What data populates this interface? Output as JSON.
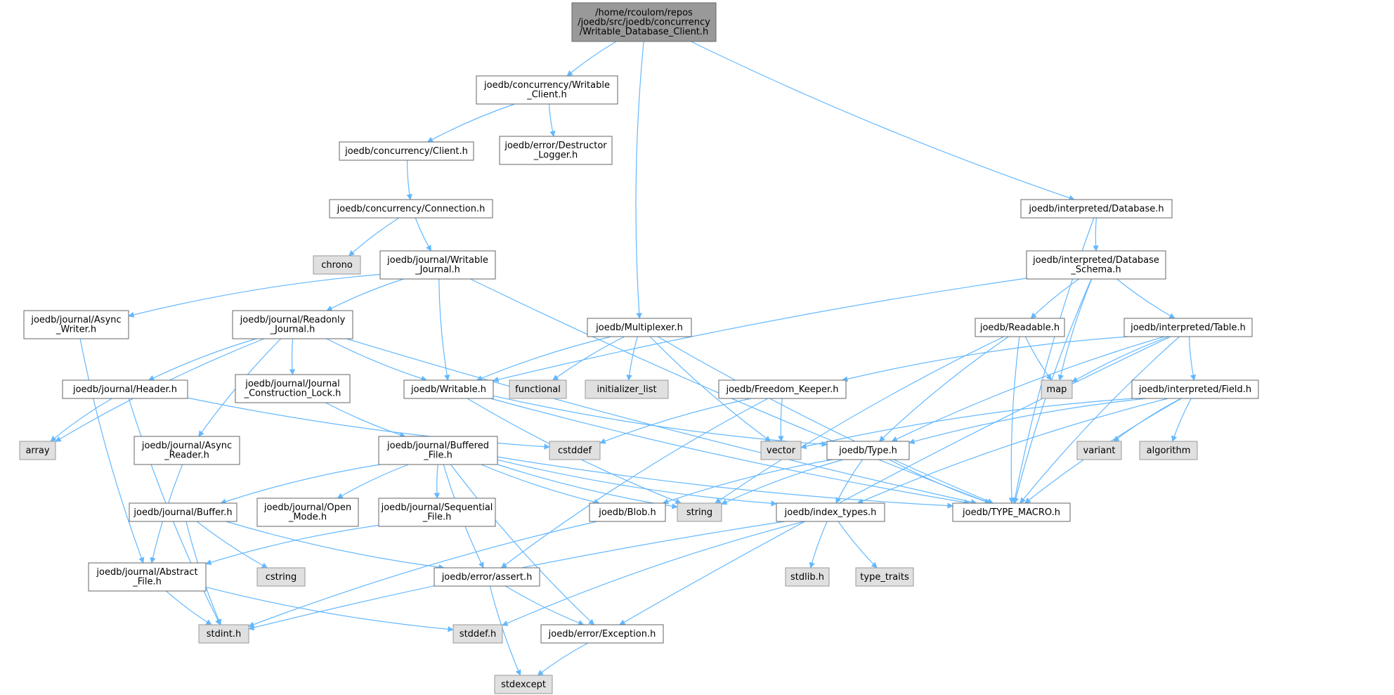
{
  "colors": {
    "edge": "#63b8ff",
    "root_fill": "#999999",
    "file_fill": "#ffffff",
    "system_fill": "#e0e0e0"
  },
  "nodes": [
    {
      "id": "root",
      "kind": "root",
      "lines": [
        "/home/rcoulom/repos",
        "/joedb/src/joedb/concurrency",
        "/Writable_Database_Client.h"
      ]
    },
    {
      "id": "wclient",
      "kind": "file",
      "lines": [
        "joedb/concurrency/Writable",
        "_Client.h"
      ]
    },
    {
      "id": "client",
      "kind": "file",
      "lines": [
        "joedb/concurrency/Client.h"
      ]
    },
    {
      "id": "destructor",
      "kind": "file",
      "lines": [
        "joedb/error/Destructor",
        "_Logger.h"
      ]
    },
    {
      "id": "connection",
      "kind": "file",
      "lines": [
        "joedb/concurrency/Connection.h"
      ]
    },
    {
      "id": "chrono",
      "kind": "sys",
      "lines": [
        "chrono"
      ]
    },
    {
      "id": "wjournal",
      "kind": "file",
      "lines": [
        "joedb/journal/Writable",
        "_Journal.h"
      ]
    },
    {
      "id": "asyncwriter",
      "kind": "file",
      "lines": [
        "joedb/journal/Async",
        "_Writer.h"
      ]
    },
    {
      "id": "rojournal",
      "kind": "file",
      "lines": [
        "joedb/journal/Readonly",
        "_Journal.h"
      ]
    },
    {
      "id": "multiplexer",
      "kind": "file",
      "lines": [
        "joedb/Multiplexer.h"
      ]
    },
    {
      "id": "idatabase",
      "kind": "file",
      "lines": [
        "joedb/interpreted/Database.h"
      ]
    },
    {
      "id": "ischema",
      "kind": "file",
      "lines": [
        "joedb/interpreted/Database",
        "_Schema.h"
      ]
    },
    {
      "id": "readable",
      "kind": "file",
      "lines": [
        "joedb/Readable.h"
      ]
    },
    {
      "id": "itable",
      "kind": "file",
      "lines": [
        "joedb/interpreted/Table.h"
      ]
    },
    {
      "id": "header",
      "kind": "file",
      "lines": [
        "joedb/journal/Header.h"
      ]
    },
    {
      "id": "jclock",
      "kind": "file",
      "lines": [
        "joedb/journal/Journal",
        "_Construction_Lock.h"
      ]
    },
    {
      "id": "writable",
      "kind": "file",
      "lines": [
        "joedb/Writable.h"
      ]
    },
    {
      "id": "functional",
      "kind": "sys",
      "lines": [
        "functional"
      ]
    },
    {
      "id": "initlist",
      "kind": "sys",
      "lines": [
        "initializer_list"
      ]
    },
    {
      "id": "freedom",
      "kind": "file",
      "lines": [
        "joedb/Freedom_Keeper.h"
      ]
    },
    {
      "id": "map",
      "kind": "sys",
      "lines": [
        "map"
      ]
    },
    {
      "id": "ifield",
      "kind": "file",
      "lines": [
        "joedb/interpreted/Field.h"
      ]
    },
    {
      "id": "array",
      "kind": "sys",
      "lines": [
        "array"
      ]
    },
    {
      "id": "asyncreader",
      "kind": "file",
      "lines": [
        "joedb/journal/Async",
        "_Reader.h"
      ]
    },
    {
      "id": "buffered",
      "kind": "file",
      "lines": [
        "joedb/journal/Buffered",
        "_File.h"
      ]
    },
    {
      "id": "cstddef",
      "kind": "sys",
      "lines": [
        "cstddef"
      ]
    },
    {
      "id": "vector",
      "kind": "sys",
      "lines": [
        "vector"
      ]
    },
    {
      "id": "type",
      "kind": "file",
      "lines": [
        "joedb/Type.h"
      ]
    },
    {
      "id": "variant",
      "kind": "sys",
      "lines": [
        "variant"
      ]
    },
    {
      "id": "algorithm",
      "kind": "sys",
      "lines": [
        "algorithm"
      ]
    },
    {
      "id": "buffer",
      "kind": "file",
      "lines": [
        "joedb/journal/Buffer.h"
      ]
    },
    {
      "id": "openmode",
      "kind": "file",
      "lines": [
        "joedb/journal/Open",
        "_Mode.h"
      ]
    },
    {
      "id": "seqfile",
      "kind": "file",
      "lines": [
        "joedb/journal/Sequential",
        "_File.h"
      ]
    },
    {
      "id": "blob",
      "kind": "file",
      "lines": [
        "joedb/Blob.h"
      ]
    },
    {
      "id": "string",
      "kind": "sys",
      "lines": [
        "string"
      ]
    },
    {
      "id": "indextypes",
      "kind": "file",
      "lines": [
        "joedb/index_types.h"
      ]
    },
    {
      "id": "typemacro",
      "kind": "file",
      "lines": [
        "joedb/TYPE_MACRO.h"
      ]
    },
    {
      "id": "abstractfile",
      "kind": "file",
      "lines": [
        "joedb/journal/Abstract",
        "_File.h"
      ]
    },
    {
      "id": "cstring",
      "kind": "sys",
      "lines": [
        "cstring"
      ]
    },
    {
      "id": "assert",
      "kind": "file",
      "lines": [
        "joedb/error/assert.h"
      ]
    },
    {
      "id": "stdlib",
      "kind": "sys",
      "lines": [
        "stdlib.h"
      ]
    },
    {
      "id": "typetraits",
      "kind": "sys",
      "lines": [
        "type_traits"
      ]
    },
    {
      "id": "stdint",
      "kind": "sys",
      "lines": [
        "stdint.h"
      ]
    },
    {
      "id": "stddef",
      "kind": "sys",
      "lines": [
        "stddef.h"
      ]
    },
    {
      "id": "exception",
      "kind": "file",
      "lines": [
        "joedb/error/Exception.h"
      ]
    },
    {
      "id": "stdexcept",
      "kind": "sys",
      "lines": [
        "stdexcept"
      ]
    }
  ],
  "edges": [
    [
      "root",
      "wclient"
    ],
    [
      "root",
      "multiplexer"
    ],
    [
      "root",
      "idatabase"
    ],
    [
      "wclient",
      "client"
    ],
    [
      "wclient",
      "destructor"
    ],
    [
      "client",
      "connection"
    ],
    [
      "connection",
      "chrono"
    ],
    [
      "connection",
      "wjournal"
    ],
    [
      "wjournal",
      "asyncwriter"
    ],
    [
      "wjournal",
      "rojournal"
    ],
    [
      "wjournal",
      "writable"
    ],
    [
      "wjournal",
      "typemacro"
    ],
    [
      "asyncwriter",
      "abstractfile"
    ],
    [
      "rojournal",
      "array"
    ],
    [
      "rojournal",
      "header"
    ],
    [
      "rojournal",
      "asyncreader"
    ],
    [
      "rojournal",
      "jclock"
    ],
    [
      "rojournal",
      "writable"
    ],
    [
      "rojournal",
      "typemacro"
    ],
    [
      "header",
      "array"
    ],
    [
      "header",
      "cstddef"
    ],
    [
      "header",
      "stdint"
    ],
    [
      "jclock",
      "buffered"
    ],
    [
      "asyncreader",
      "abstractfile"
    ],
    [
      "multiplexer",
      "writable"
    ],
    [
      "multiplexer",
      "functional"
    ],
    [
      "multiplexer",
      "initlist"
    ],
    [
      "multiplexer",
      "vector"
    ],
    [
      "multiplexer",
      "typemacro"
    ],
    [
      "idatabase",
      "ischema"
    ],
    [
      "idatabase",
      "typemacro"
    ],
    [
      "ischema",
      "writable"
    ],
    [
      "ischema",
      "readable"
    ],
    [
      "ischema",
      "map"
    ],
    [
      "ischema",
      "itable"
    ],
    [
      "ischema",
      "typemacro"
    ],
    [
      "readable",
      "string"
    ],
    [
      "readable",
      "map"
    ],
    [
      "readable",
      "type"
    ],
    [
      "readable",
      "typemacro"
    ],
    [
      "itable",
      "freedom"
    ],
    [
      "itable",
      "map"
    ],
    [
      "itable",
      "ifield"
    ],
    [
      "itable",
      "type"
    ],
    [
      "itable",
      "typemacro"
    ],
    [
      "itable",
      "exception"
    ],
    [
      "writable",
      "type"
    ],
    [
      "writable",
      "string"
    ],
    [
      "writable",
      "typemacro"
    ],
    [
      "freedom",
      "cstddef"
    ],
    [
      "freedom",
      "vector"
    ],
    [
      "freedom",
      "assert"
    ],
    [
      "ifield",
      "vector"
    ],
    [
      "ifield",
      "variant"
    ],
    [
      "ifield",
      "algorithm"
    ],
    [
      "ifield",
      "type"
    ],
    [
      "ifield",
      "indextypes"
    ],
    [
      "ifield",
      "typemacro"
    ],
    [
      "buffered",
      "buffer"
    ],
    [
      "buffered",
      "openmode"
    ],
    [
      "buffered",
      "seqfile"
    ],
    [
      "buffered",
      "blob"
    ],
    [
      "buffered",
      "string"
    ],
    [
      "buffered",
      "indextypes"
    ],
    [
      "buffered",
      "assert"
    ],
    [
      "buffered",
      "exception"
    ],
    [
      "buffered",
      "typemacro"
    ],
    [
      "type",
      "blob"
    ],
    [
      "type",
      "string"
    ],
    [
      "type",
      "indextypes"
    ],
    [
      "type",
      "typemacro"
    ],
    [
      "buffer",
      "cstring"
    ],
    [
      "buffer",
      "stdint"
    ],
    [
      "buffer",
      "assert"
    ],
    [
      "seqfile",
      "abstractfile"
    ],
    [
      "blob",
      "stdint"
    ],
    [
      "indextypes",
      "stdlib"
    ],
    [
      "indextypes",
      "typetraits"
    ],
    [
      "indextypes",
      "stdint"
    ],
    [
      "indextypes",
      "stddef"
    ],
    [
      "abstractfile",
      "stdint"
    ],
    [
      "abstractfile",
      "stddef"
    ],
    [
      "assert",
      "exception"
    ],
    [
      "assert",
      "stdexcept"
    ],
    [
      "exception",
      "stdexcept"
    ]
  ]
}
